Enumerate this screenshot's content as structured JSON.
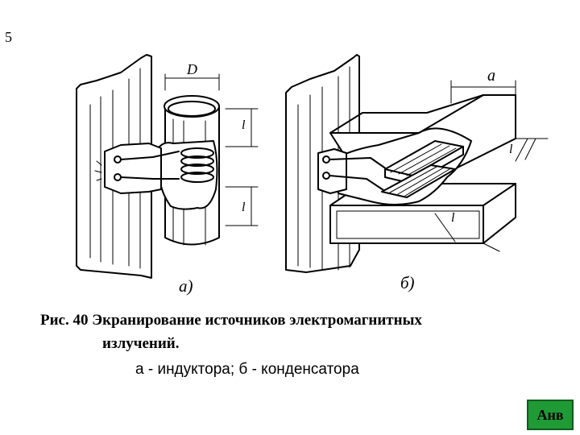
{
  "slide": {
    "number": "5"
  },
  "figure": {
    "label_a": "а)",
    "label_b": "б)",
    "dim_D": "D",
    "dim_a": "a",
    "dim_l": "l"
  },
  "caption": {
    "line1": "Рис. 40 Экранирование источников электромагнитных",
    "line2": "излучений.",
    "line3": "а - индуктора;  б - конденсатора"
  },
  "nav": {
    "button_label": "Анв",
    "color": "#1f9a35"
  }
}
